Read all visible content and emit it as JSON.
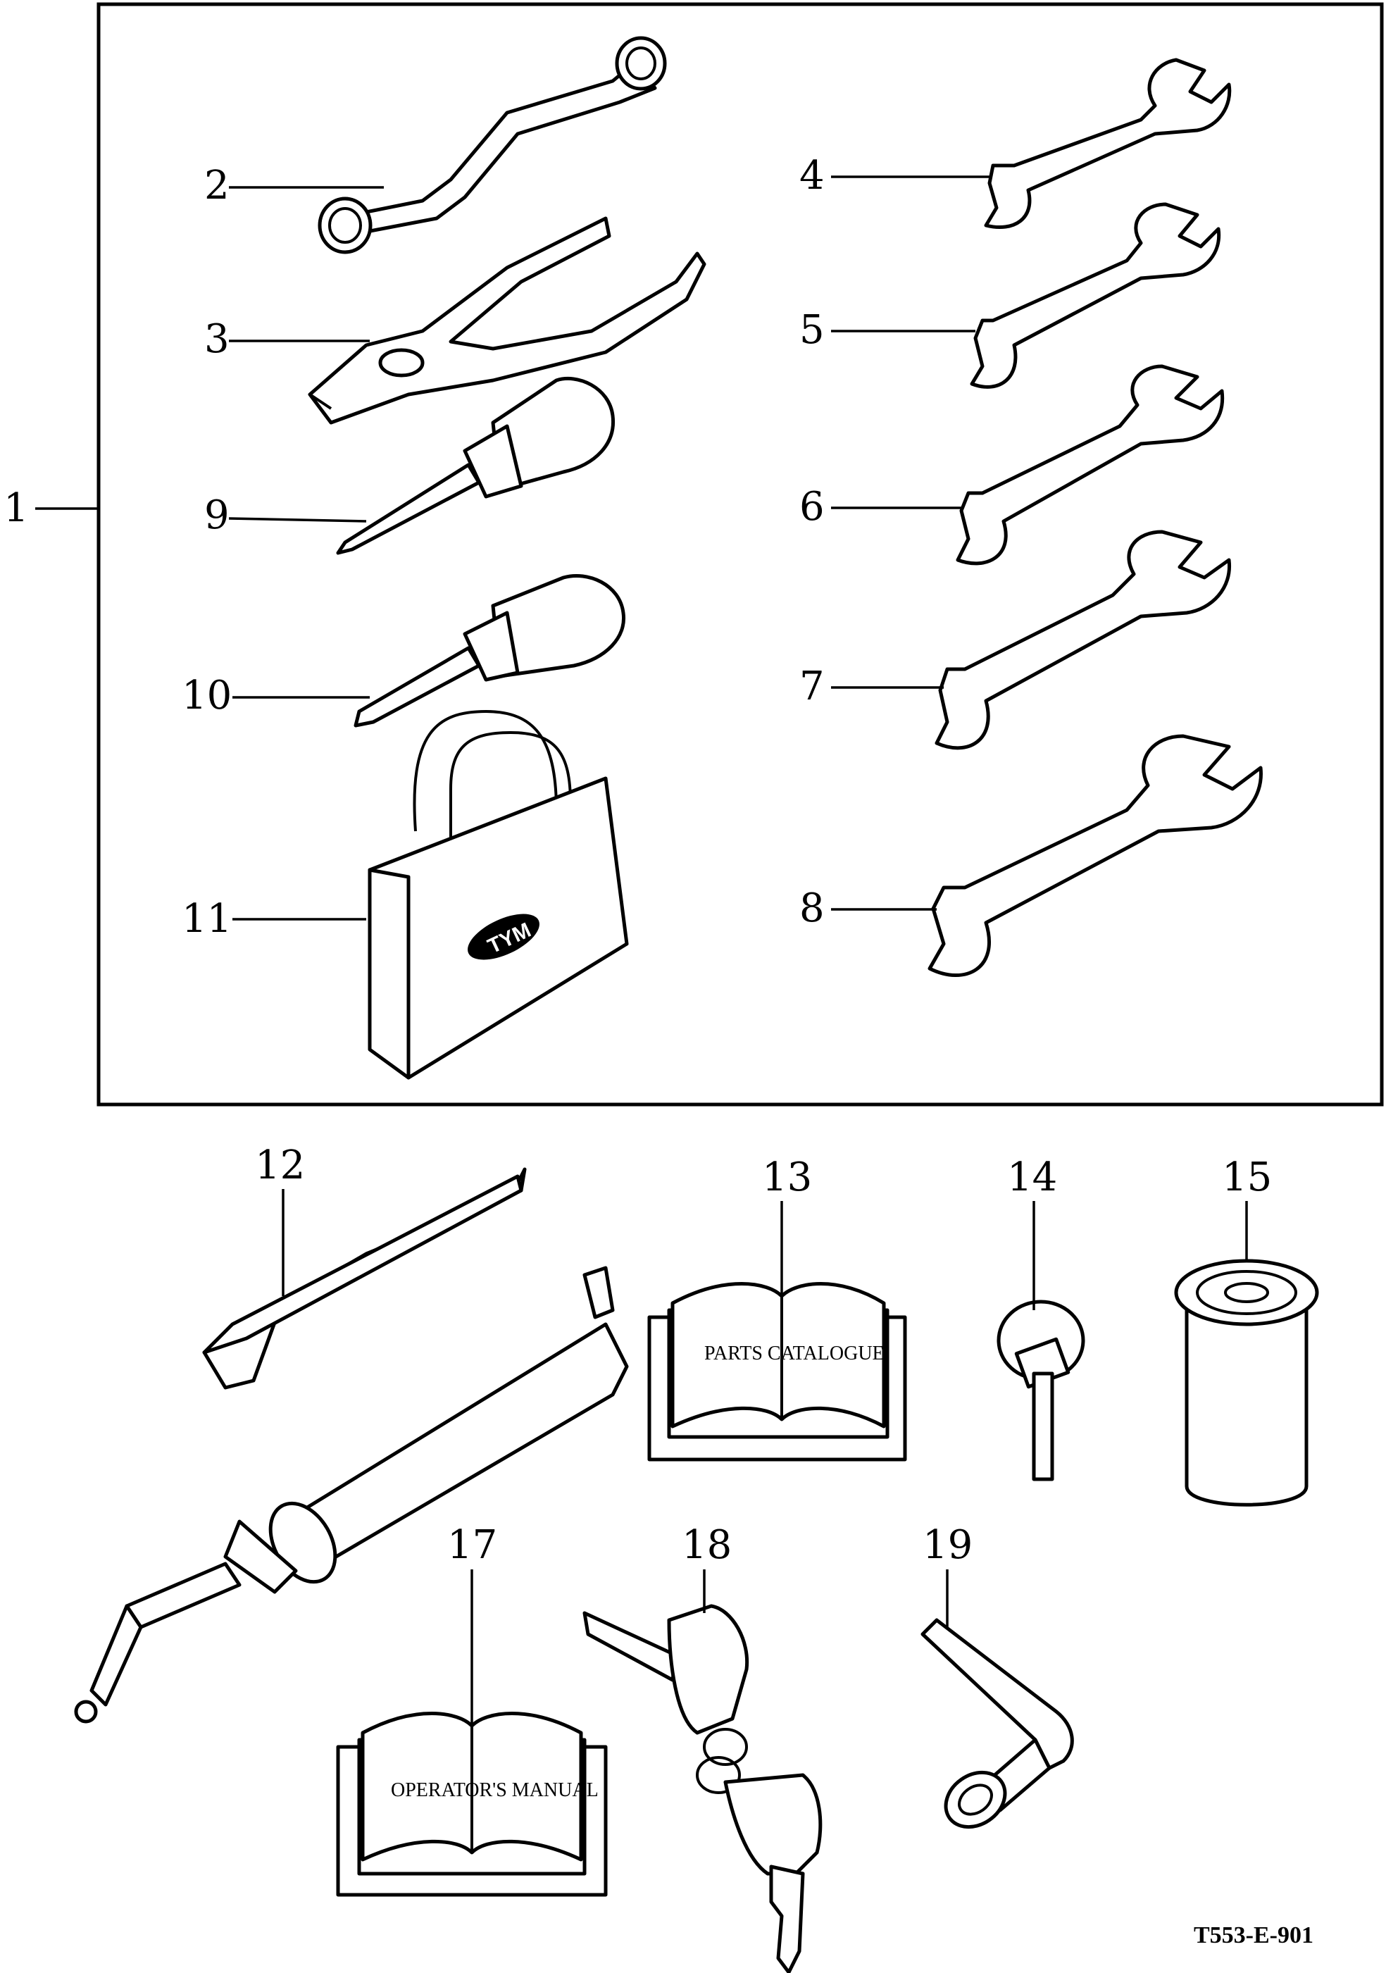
{
  "callouts": {
    "c1": "1",
    "c2": "2",
    "c3": "3",
    "c4": "4",
    "c5": "5",
    "c6": "6",
    "c7": "7",
    "c8": "8",
    "c9": "9",
    "c10": "10",
    "c11": "11",
    "c12": "12",
    "c13": "13",
    "c14": "14",
    "c15": "15",
    "c17": "17",
    "c18": "18",
    "c19": "19"
  },
  "labels": {
    "parts_catalogue": "PARTS CATALOGUE",
    "operators_manual": "OPERATOR'S MANUAL",
    "brand_logo": "TYM"
  },
  "drawing_code": "T553-E-901",
  "icons": {
    "item2": "ring-spanner-icon",
    "item3": "pliers-icon",
    "item4": "open-end-wrench-icon",
    "item5": "open-end-wrench-icon",
    "item6": "open-end-wrench-icon",
    "item7": "open-end-wrench-icon",
    "item8": "open-end-wrench-icon",
    "item9": "phillips-screwdriver-icon",
    "item10": "flat-screwdriver-icon",
    "item11": "tool-bag-icon",
    "item12": "grease-gun-icon",
    "item13": "parts-catalogue-book-icon",
    "item14": "pin-with-ring-icon",
    "item15": "oil-filter-icon",
    "item17": "operators-manual-book-icon",
    "item18": "key-set-icon",
    "item19": "box-wrench-icon"
  }
}
